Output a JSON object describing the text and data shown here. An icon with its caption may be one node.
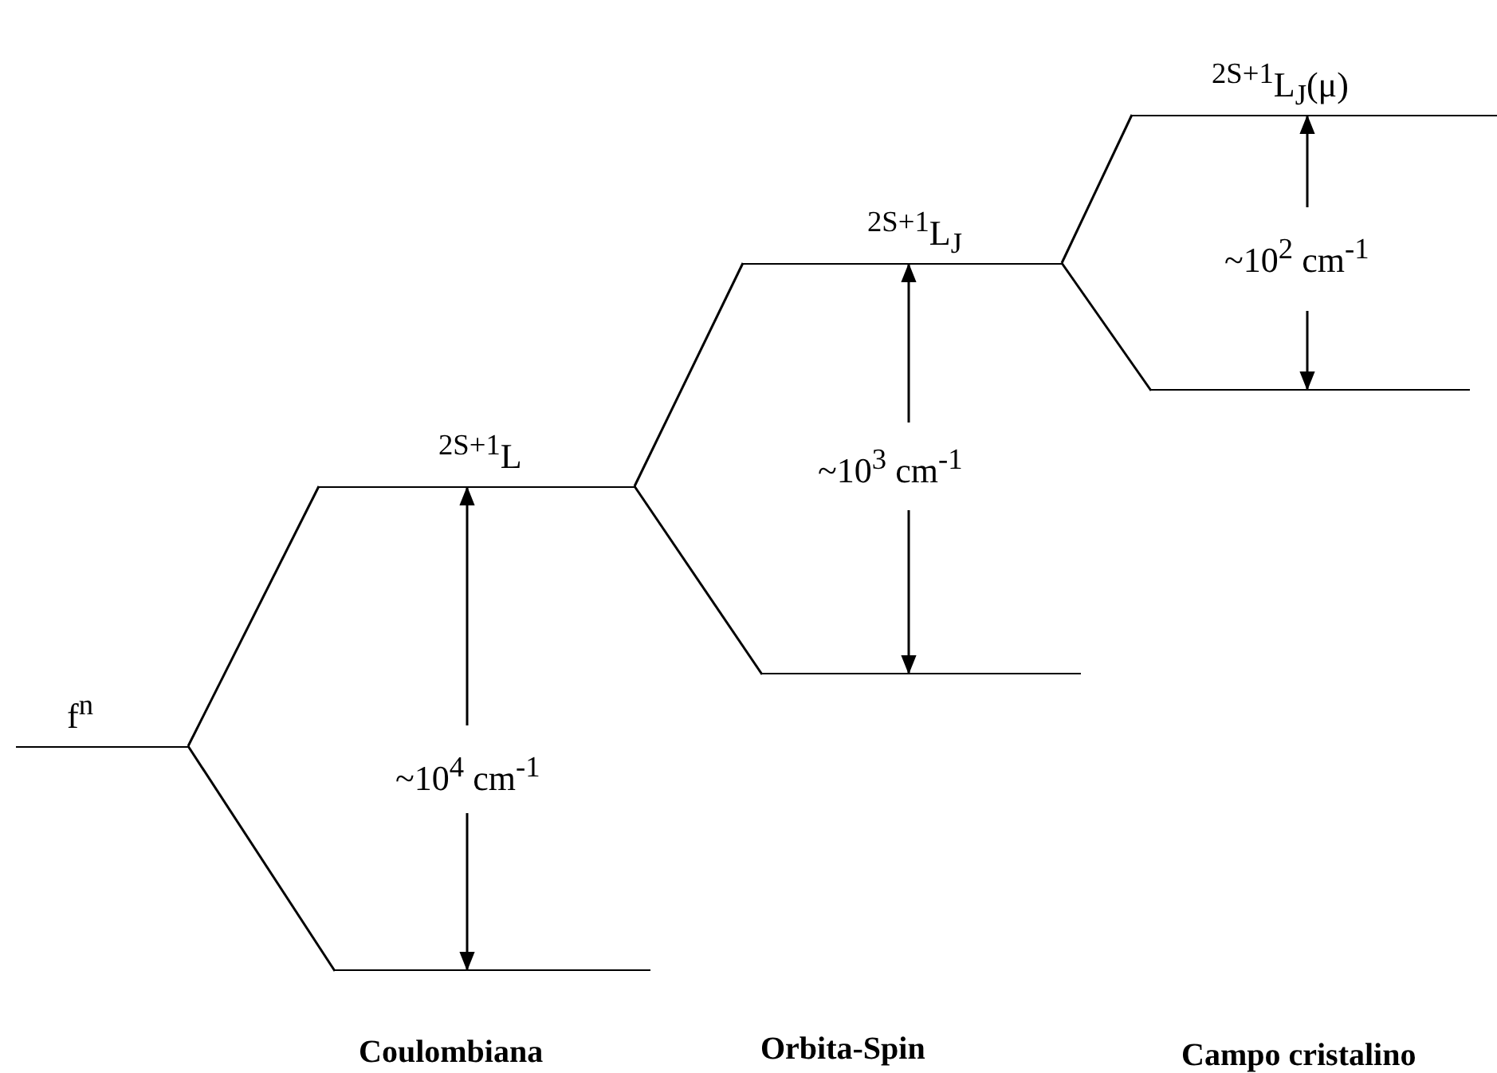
{
  "diagram": {
    "nodes": [
      {
        "text": [
          "f$^{n}$"
        ]
      },
      {
        "text": [
          "$^{2S+1}$L"
        ]
      },
      {
        "text": [],
        "shape": "bar"
      },
      {
        "text": [
          "$^{2S+1}$L$_{J}$"
        ]
      },
      {
        "text": [],
        "shape": "bar"
      },
      {
        "text": [
          "$^{2S+1}$L$_{J}$(μ)"
        ]
      },
      {
        "text": [],
        "shape": "bar"
      }
    ],
    "edges": [
      {
        "from": 0,
        "to": 1,
        "arrow": "none"
      },
      {
        "from": 0,
        "to": 2,
        "arrow": "none"
      },
      {
        "from": 1,
        "to": 3,
        "arrow": "none"
      },
      {
        "from": 1,
        "to": 4,
        "arrow": "none"
      },
      {
        "from": 3,
        "to": 5,
        "arrow": "none"
      },
      {
        "from": 3,
        "to": 6,
        "arrow": "none"
      }
    ],
    "labels": [
      "~10$^{4}$ cm$^{-1}$",
      "~10$^{3}$ cm$^{-1}$",
      "~10$^{2}$ cm$^{-1}$",
      "Coulombiana",
      "Orbita-Spin",
      "Campo cristalino"
    ]
  }
}
